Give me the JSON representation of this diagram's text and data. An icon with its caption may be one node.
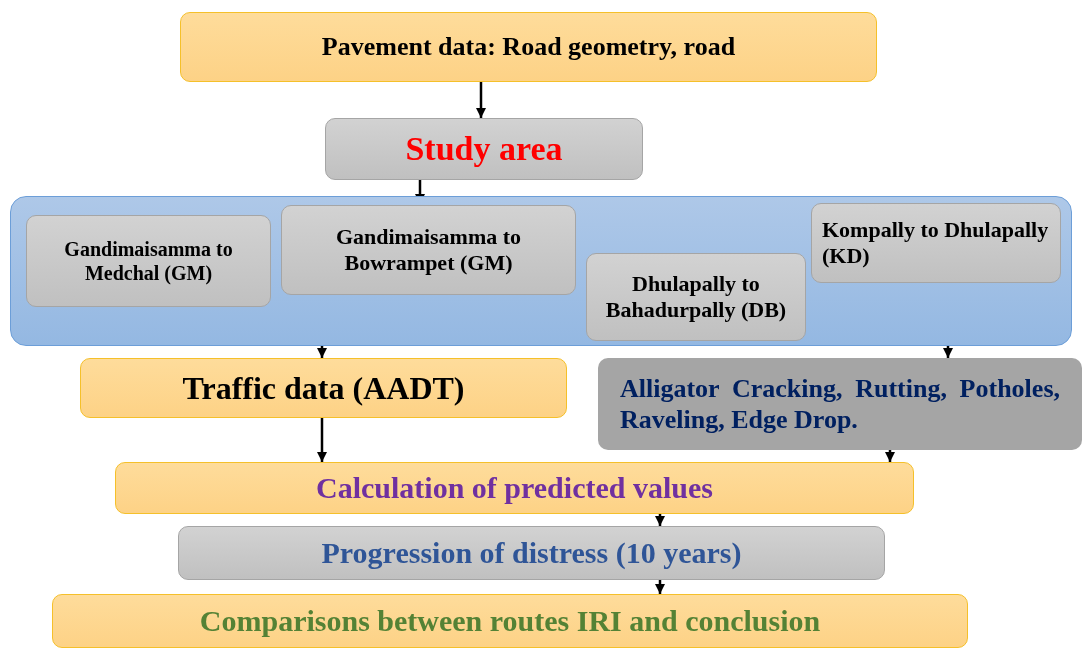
{
  "diagram": {
    "nodes": [
      {
        "text": [
          "Pavement data: Road geometry, road"
        ]
      },
      {
        "text": [
          "Study area"
        ]
      },
      {
        "text": [],
        "shape": "box"
      },
      {
        "text": [
          "Gandimaisamma to Medchal (GM)"
        ],
        "in": 2
      },
      {
        "text": [
          "Gandimaisamma to Bowrampet (GM)"
        ],
        "in": 2
      },
      {
        "text": [
          "Kompally to Dhulapally (KD)"
        ],
        "in": 2
      },
      {
        "text": [
          "Dhulapally to Bahadurpally (DB)"
        ],
        "in": 2
      },
      {
        "text": [
          "Traffic data (AADT)"
        ]
      },
      {
        "text": [
          "Alligator Cracking, Rutting, Potholes, Raveling, Edge Drop."
        ]
      },
      {
        "text": [
          "Calculation of predicted values"
        ]
      },
      {
        "text": [
          "Progression of distress (10 years)"
        ]
      },
      {
        "text": [
          "Comparisons between routes IRI and conclusion"
        ]
      }
    ],
    "edges": [
      {
        "from": 0,
        "to": 1,
        "arrow": "to"
      },
      {
        "from": 1,
        "to": 4,
        "arrow": "to"
      },
      {
        "from": 2,
        "to": 7,
        "arrow": "to"
      },
      {
        "from": 2,
        "to": 8,
        "arrow": "to"
      },
      {
        "from": 7,
        "to": 9,
        "arrow": "to"
      },
      {
        "from": 8,
        "to": 9,
        "arrow": "to"
      },
      {
        "from": 9,
        "to": 10,
        "arrow": "to"
      },
      {
        "from": 10,
        "to": 11,
        "arrow": "to"
      }
    ]
  }
}
